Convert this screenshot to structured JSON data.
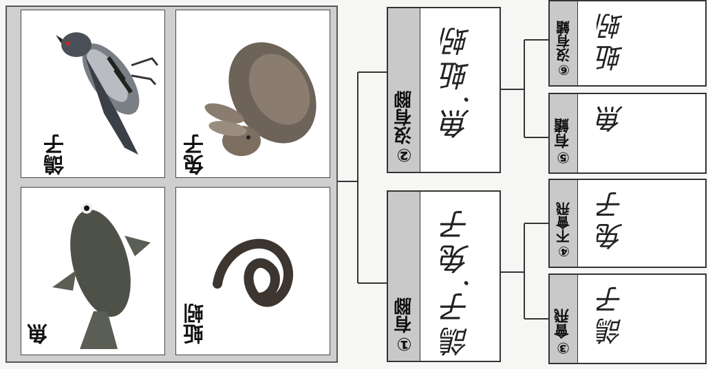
{
  "animals": [
    {
      "label": "魚"
    },
    {
      "label": "鴿子"
    },
    {
      "label": "蚯蚓"
    },
    {
      "label": "兔子"
    }
  ],
  "groups": {
    "g1": {
      "label": "①有腳",
      "answer": "鴿子.兔子"
    },
    "g2": {
      "label": "②沒有腳",
      "answer": "魚.蚯蚓"
    },
    "g3": {
      "label": "③會飛",
      "answer": "鴿子"
    },
    "g4": {
      "label": "④不會飛",
      "answer": "兔子"
    },
    "g5": {
      "label": "⑤有鰭",
      "answer": "魚"
    },
    "g6": {
      "label": "⑥沒有鰭",
      "answer": "蚯蚓"
    }
  }
}
